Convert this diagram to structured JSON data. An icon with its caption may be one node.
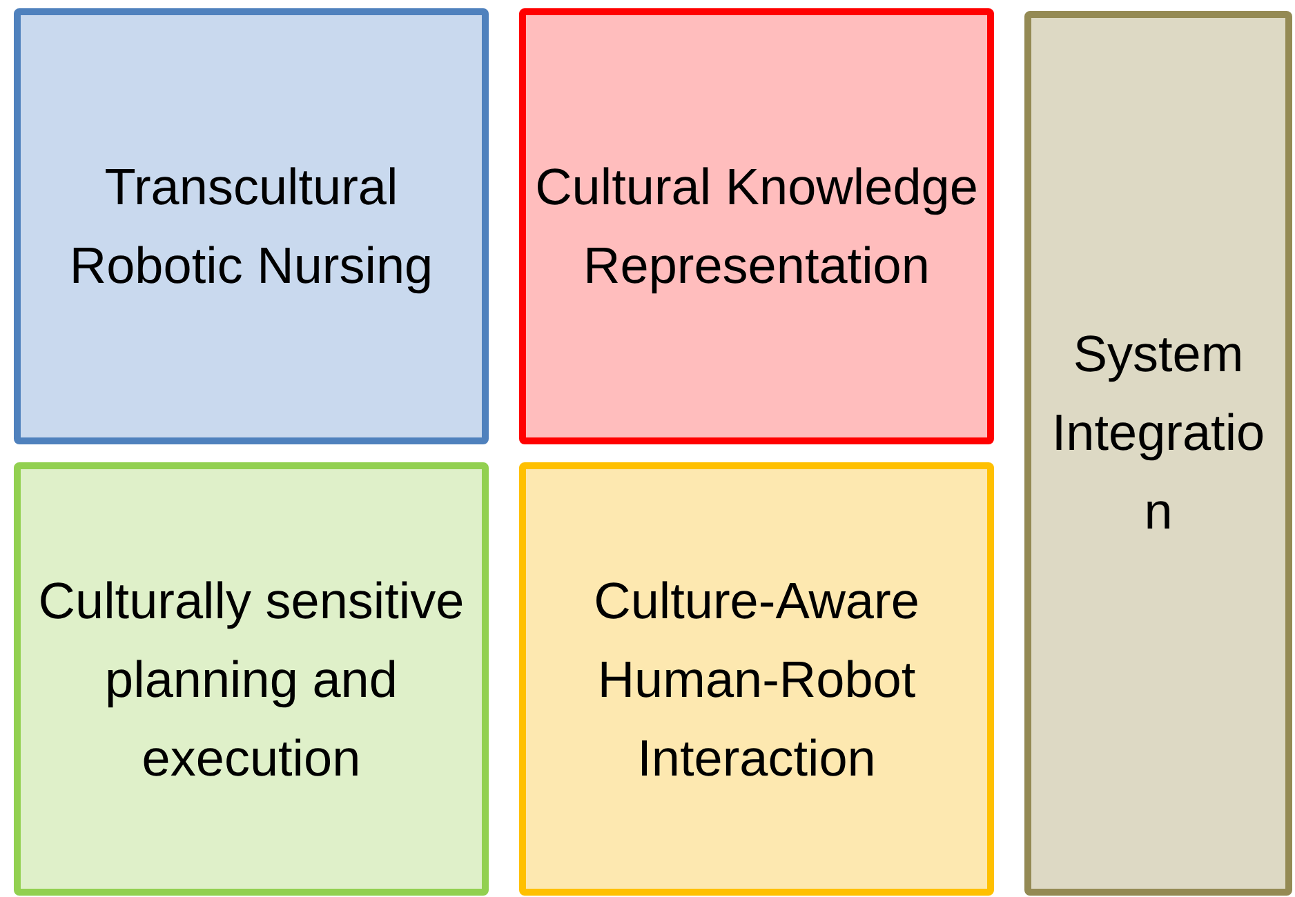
{
  "diagram": {
    "nodes": [
      {
        "text": [
          "Transcultural Robotic Nursing"
        ]
      },
      {
        "text": [
          "Cultural Knowledge Representation"
        ]
      },
      {
        "text": [
          "Culturally sensitive planning and execution"
        ]
      },
      {
        "text": [
          "Culture-Aware Human-Robot Interaction"
        ]
      },
      {
        "text": [
          "System Integration"
        ]
      }
    ],
    "edges": []
  }
}
